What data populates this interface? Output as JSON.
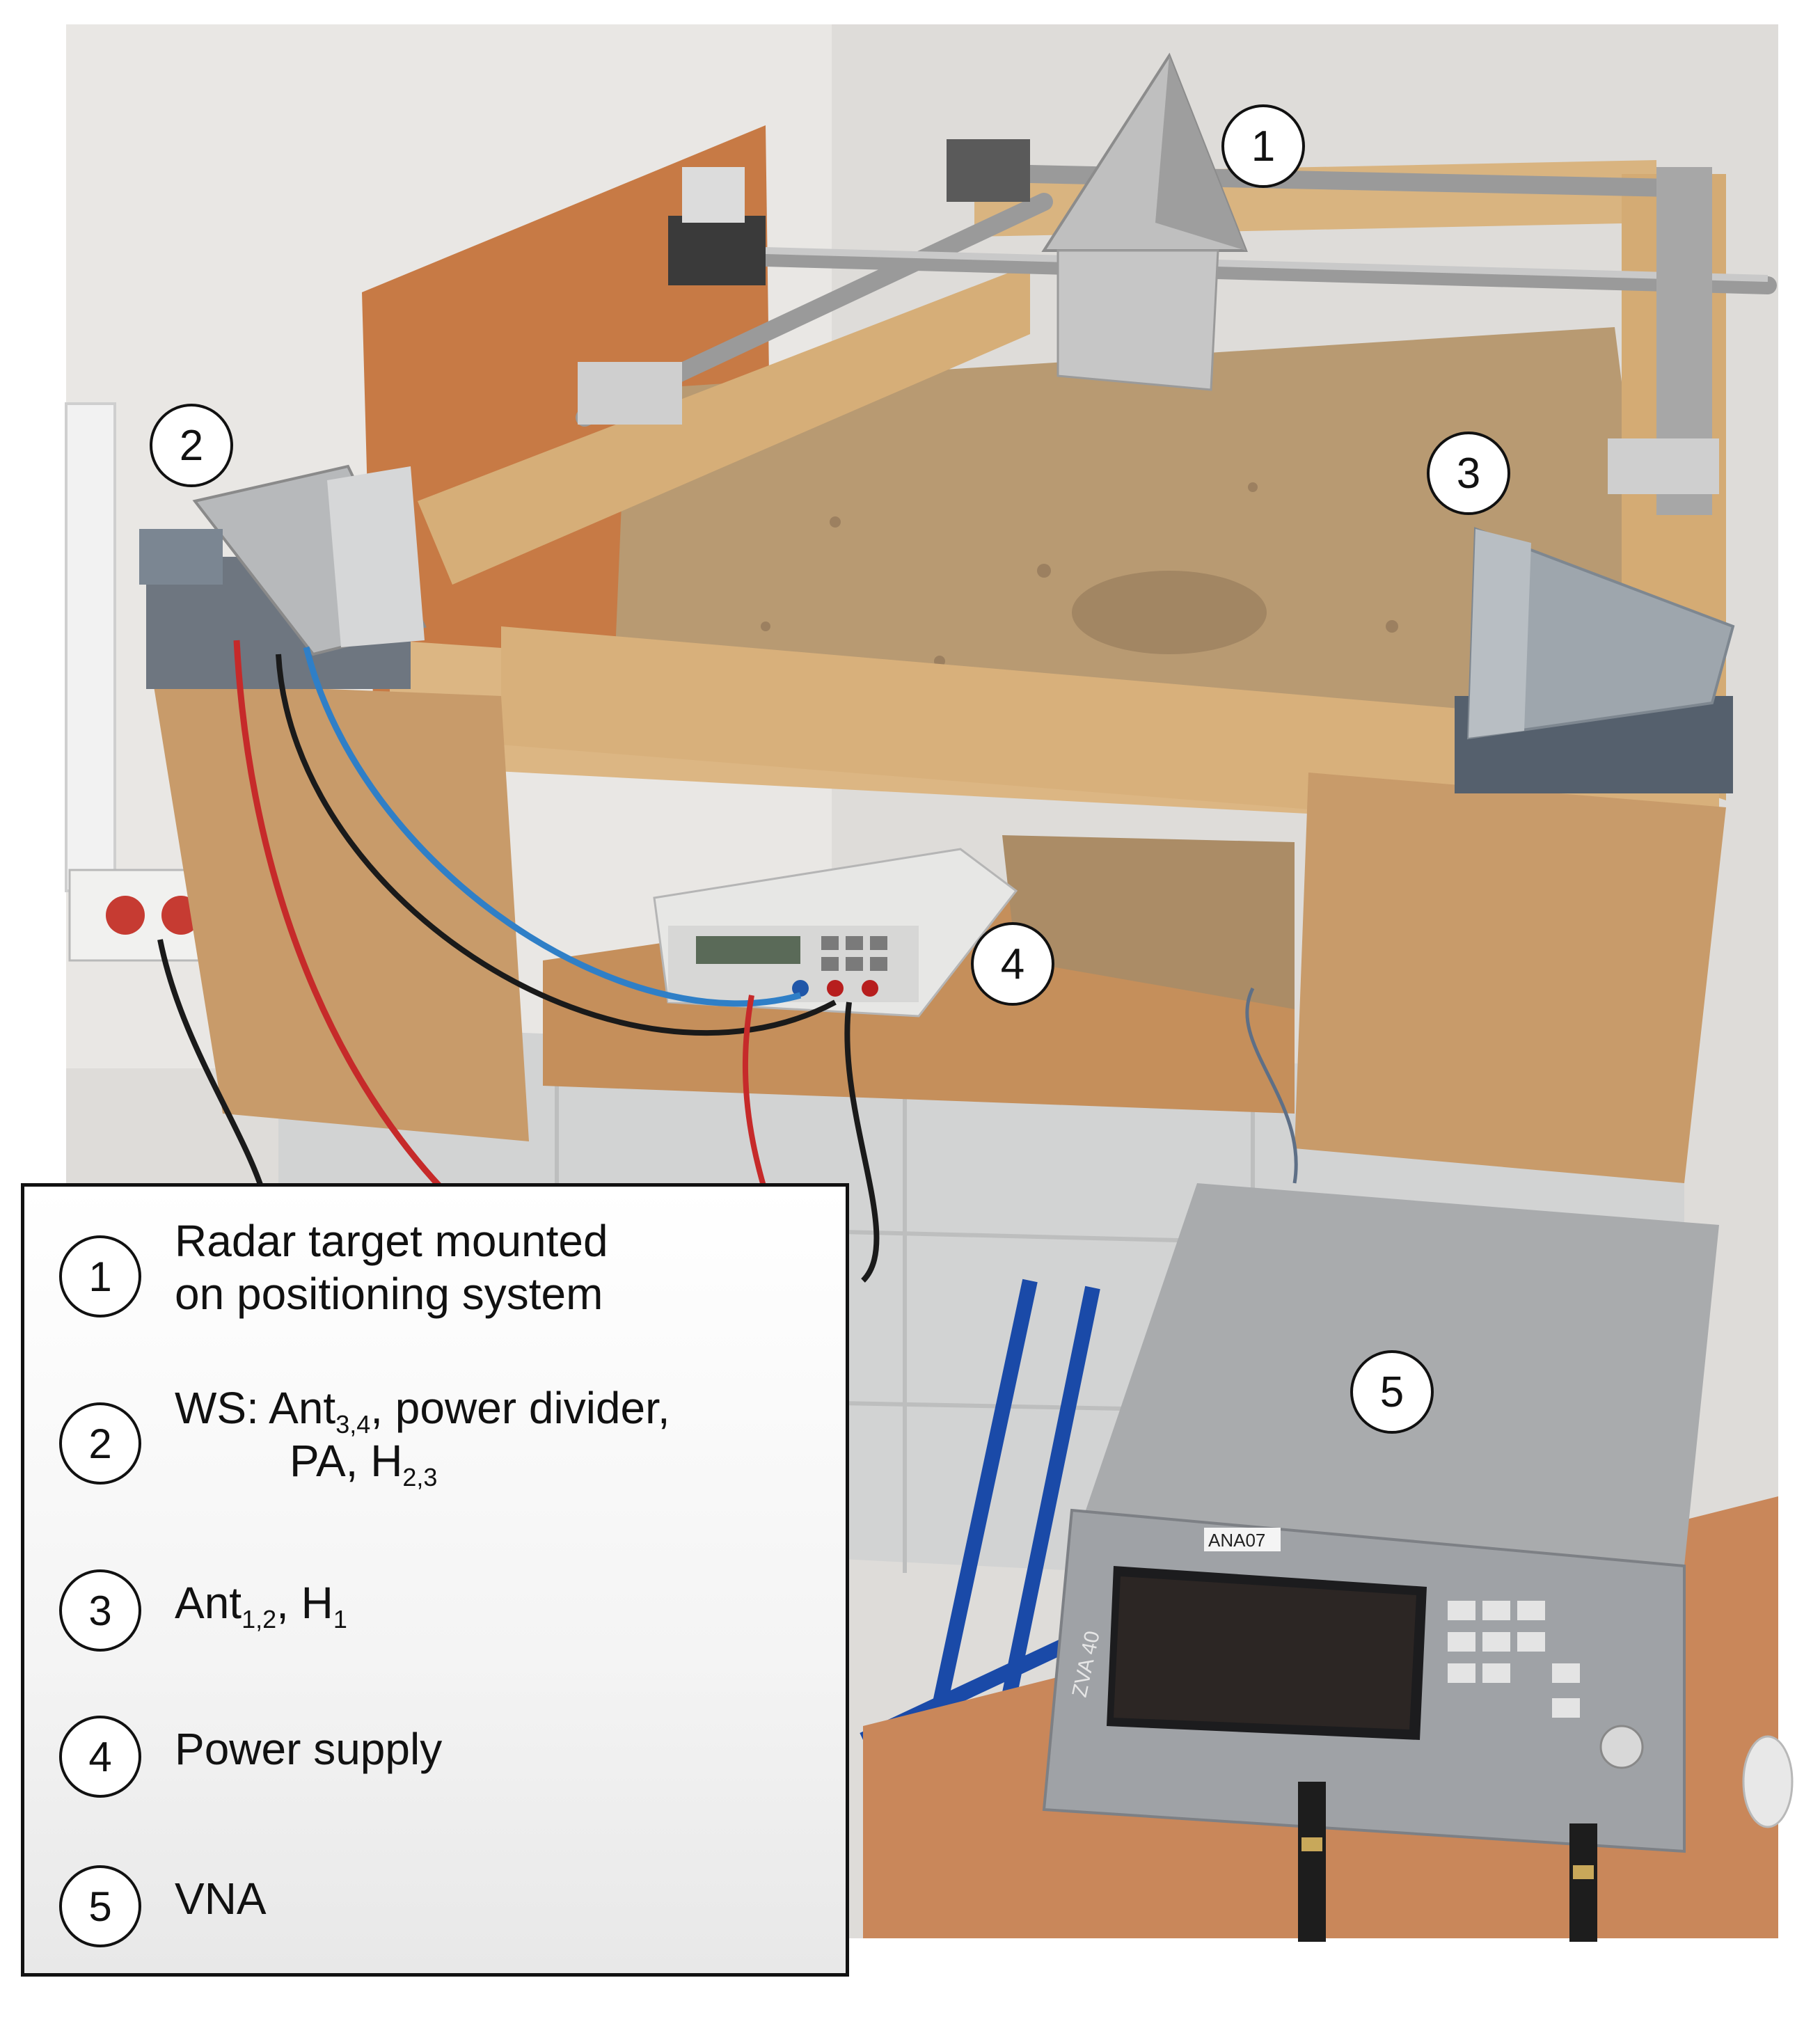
{
  "markers": {
    "m1": "1",
    "m2": "2",
    "m3": "3",
    "m4": "4",
    "m5": "5"
  },
  "legend": {
    "item1": {
      "num": "1",
      "line1": "Radar target mounted",
      "line2": "on positioning system"
    },
    "item2": {
      "num": "2",
      "prefix": "WS: Ant",
      "sub1": "3,4",
      "rest": ", power divider,",
      "line2_prefix": "PA, H",
      "sub2": "2,3"
    },
    "item3": {
      "num": "3",
      "prefix": "Ant",
      "sub1": "1,2",
      "mid": ", H",
      "sub2": "1"
    },
    "item4": {
      "num": "4",
      "text": "Power supply"
    },
    "item5": {
      "num": "5",
      "text": "VNA"
    }
  },
  "photo_labels": {
    "vna_tag": "ANA07",
    "vna_brand": "ZVA 40"
  },
  "colors": {
    "wood": "#d9b480",
    "sand": "#b89a72",
    "wall": "#e6e4e2",
    "vna": "#a9abad",
    "table": "#c9875a",
    "cable_red": "#c62a2a",
    "cable_blue": "#2f7fc7"
  }
}
